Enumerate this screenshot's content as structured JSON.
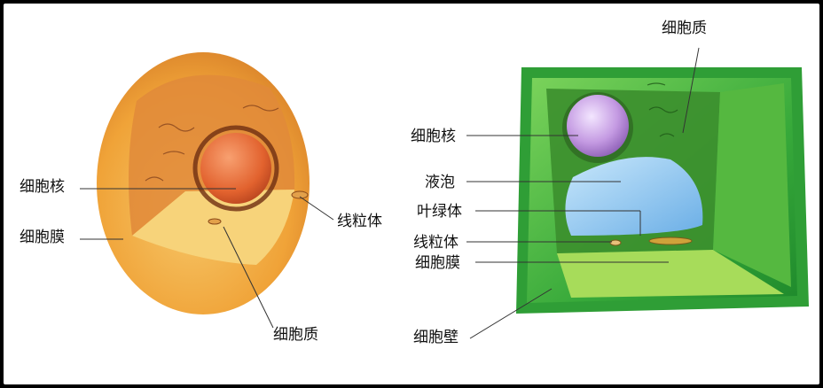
{
  "animal_cell": {
    "nucleus": "细胞核",
    "membrane": "细胞膜",
    "cytoplasm": "细胞质",
    "mitochondrion": "线粒体"
  },
  "plant_cell": {
    "cytoplasm": "细胞质",
    "nucleus": "细胞核",
    "vacuole": "液泡",
    "chloroplast": "叶绿体",
    "mitochondrion": "线粒体",
    "membrane": "细胞膜",
    "wall": "细胞壁"
  },
  "colors": {
    "animal_outer": "#f2a43a",
    "animal_inner": "#f6d276",
    "nucleus_animal": "#e8743c",
    "plant_green": "#3fb33f",
    "nucleus_plant": "#c49ae2",
    "vacuole": "#8ec6ef"
  }
}
